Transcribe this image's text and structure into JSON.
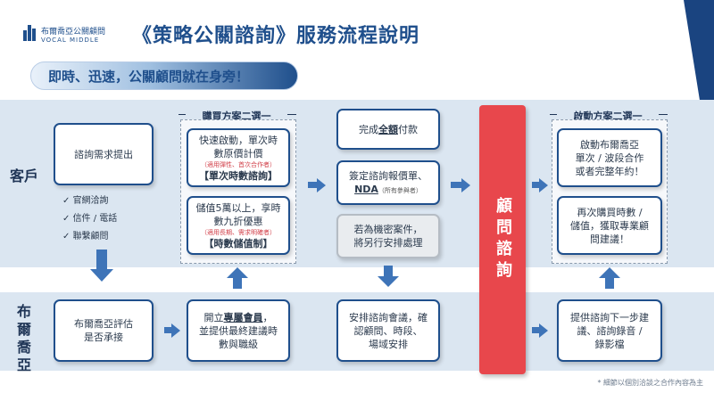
{
  "header": {
    "logo_cn": "布爾喬亞公關顧問",
    "logo_en": "VOCAL MIDDLE",
    "title": "《策略公關諮詢》服務流程說明",
    "banner": "即時、迅速，公關顧問就在身旁！"
  },
  "lanes": {
    "client": "客戶",
    "agency": "布爾喬亞"
  },
  "client_lane": {
    "inquiry": "諮詢需求提出",
    "channels": [
      "官網洽詢",
      "信件 / 電話",
      "聯繫顧問"
    ],
    "purchase_title": "購買方案二選一",
    "plan_hourly": {
      "line1": "快速啟動，單次時",
      "line2": "數原價計價",
      "note": "（適用彈性、首次合作者）",
      "label": "【單次時數諮詢】"
    },
    "plan_stored": {
      "line1": "儲值5萬以上，享時",
      "line2": "數九折優惠",
      "note": "（適用長期、需求明確者）",
      "label": "【時數儲值制】"
    },
    "payment": {
      "pre": "完成",
      "bold": "全額",
      "post": "付款"
    },
    "sign": {
      "line1": "簽定諮詢報價單、",
      "nda": "NDA",
      "nda_note": "（所有參與者）"
    },
    "confidential": {
      "line1": "若為機密案件，",
      "line2": "將另行安排處理"
    },
    "start_title": "啟動方案二選一",
    "start_plan": {
      "line1": "啟動布爾喬亞",
      "line2": "單次 / 波段合作",
      "line3": "或者完整年約！"
    },
    "repurchase": {
      "line1": "再次購買時數 /",
      "line2": "儲值，獲取專業顧",
      "line3": "問建議！"
    }
  },
  "agency_lane": {
    "evaluate": {
      "line1": "布爾喬亞評估",
      "line2": "是否承接"
    },
    "member": {
      "pre": "開立",
      "bold": "專屬會員",
      "post": "，",
      "line2": "並提供最終建議時",
      "line3": "數與職級"
    },
    "schedule": {
      "line1": "安排諮詢會議，確",
      "line2": "認顧問、時段、",
      "line3": "場域安排"
    },
    "next_steps": {
      "line1": "提供諮詢下一步建",
      "line2": "議、諮詢錄音 /",
      "line3": "錄影檔"
    }
  },
  "consult_label": "顧問諮詢",
  "footnote": "* 細節以個別洽談之合作內容為主",
  "colors": {
    "brand_blue": "#1f4f8c",
    "lane_bg": "#dbe6f1",
    "consult_red": "#e8474c",
    "arrow_blue": "#3e74b8"
  }
}
